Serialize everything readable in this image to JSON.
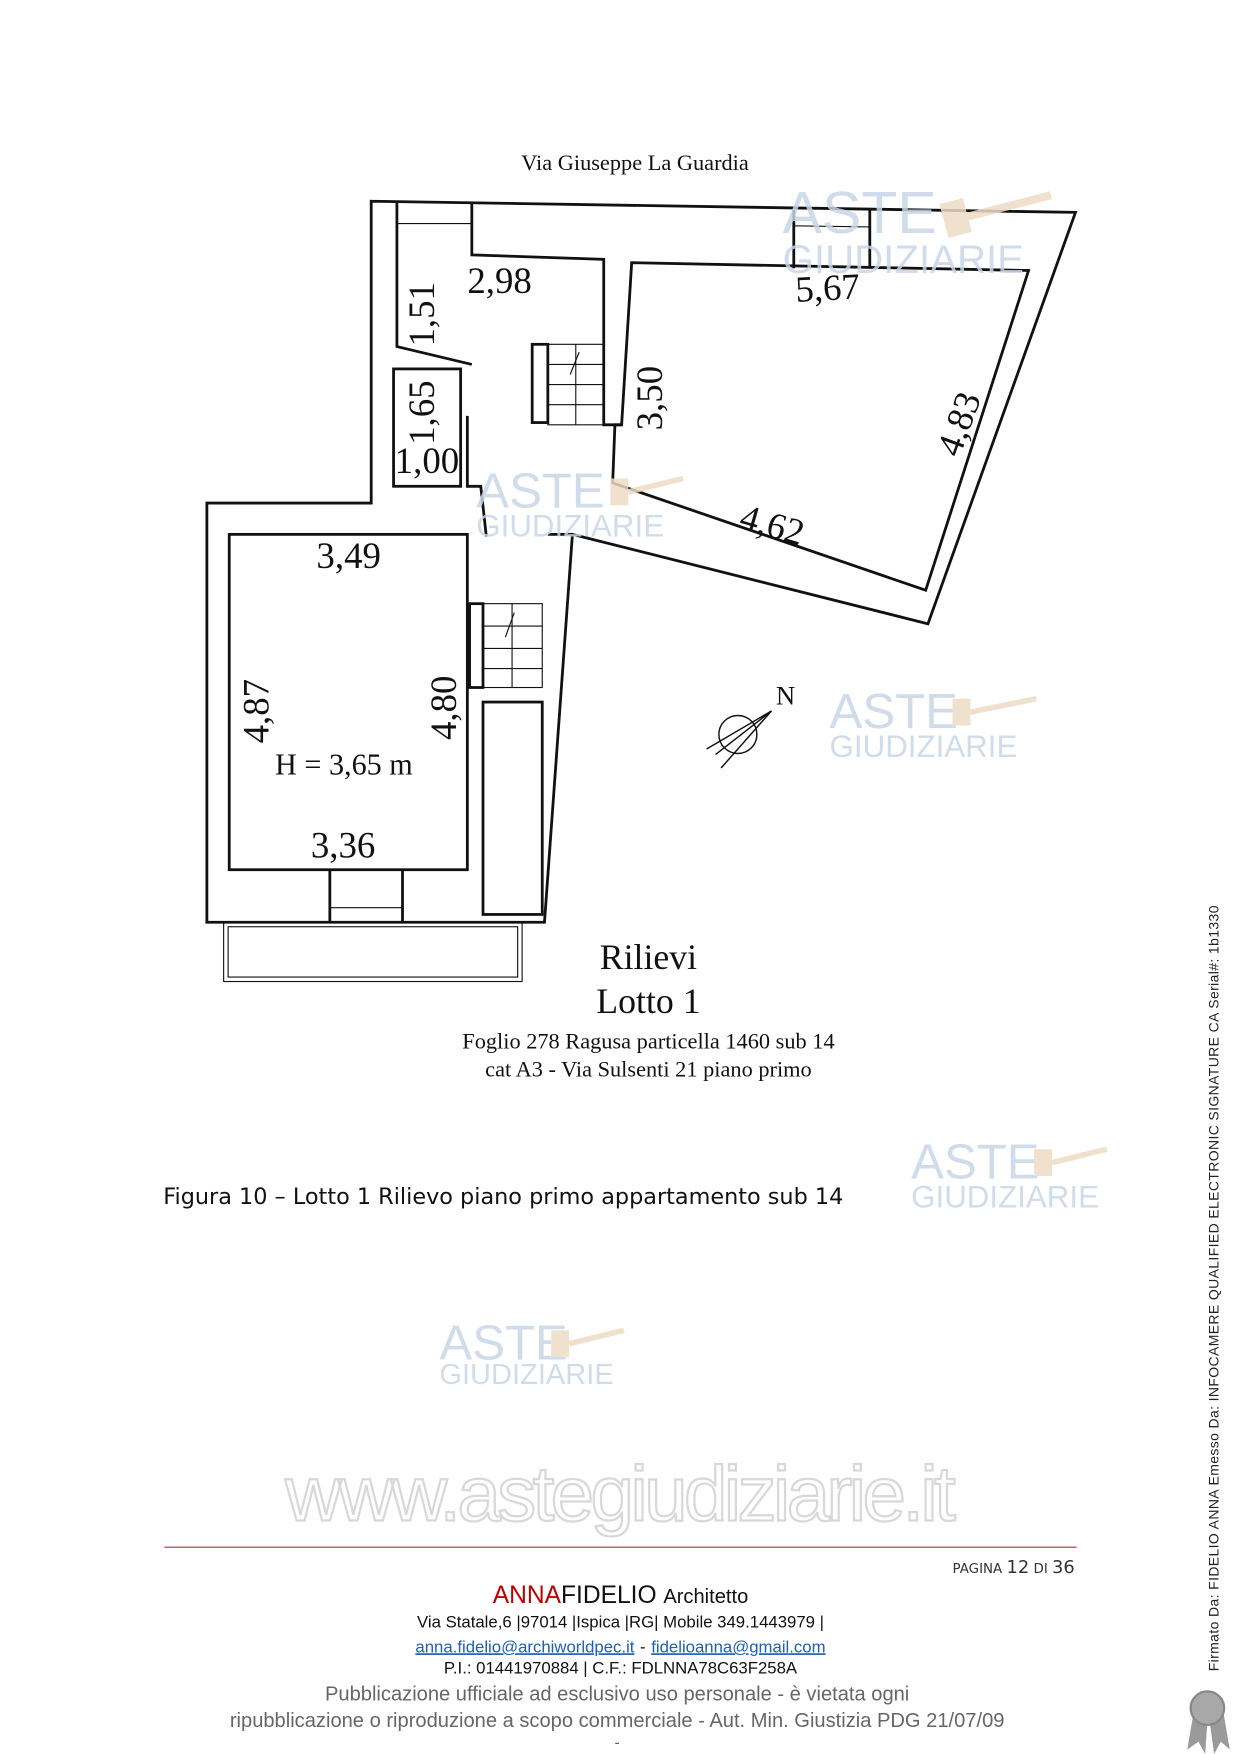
{
  "plan": {
    "street": "Via Giuseppe La Guardia",
    "dimensions": [
      "2,98",
      "1,51",
      "1,65",
      "1,00",
      "5,67",
      "3,50",
      "4,83",
      "4,62",
      "3,49",
      "4,87",
      "4,80",
      "3,36"
    ],
    "height_label": "H = 3,65 m",
    "north": "N",
    "title1": "Rilievi",
    "title2": "Lotto 1",
    "sub1": "Foglio 278 Ragusa  particella 1460 sub 14",
    "sub2": "cat A3 - Via Sulsenti 21 piano primo"
  },
  "caption": "Figura 10 – Lotto 1 Rilievo piano primo appartamento sub 14",
  "watermark": {
    "line1": "ASTE",
    "line2": "GIUDIZIARIE",
    "site": "www.astegiudiziarie.it"
  },
  "footer": {
    "page_label": "PAGINA",
    "page": "12",
    "of": "DI",
    "total": "36",
    "name_red": "ANNA",
    "name_black": "FIDELIO",
    "role": "Architetto",
    "address": "Via Statale,6 |97014 |Ispica |RG| Mobile 349.1443979 |",
    "email1": "anna.fidelio@archiworldpec.it",
    "sep": "-",
    "email2": "fidelioanna@gmail.com",
    "piva": "P.I.: 01441970884 | C.F.: FDLNNA78C63F258A",
    "notice1": "Pubblicazione ufficiale ad esclusivo uso personale - è vietata ogni",
    "notice2": "ripubblicazione o riproduzione a scopo commerciale - Aut. Min. Giustizia PDG 21/07/09",
    "dash": "-"
  },
  "signature": "Firmato Da: FIDELIO ANNA Emesso Da: INFOCAMERE QUALIFIED ELECTRONIC SIGNATURE CA Serial#: 1b1330",
  "colors": {
    "accent_red": "#c00000",
    "link": "#1f5fb4",
    "watermark": "#c9d6e8"
  }
}
